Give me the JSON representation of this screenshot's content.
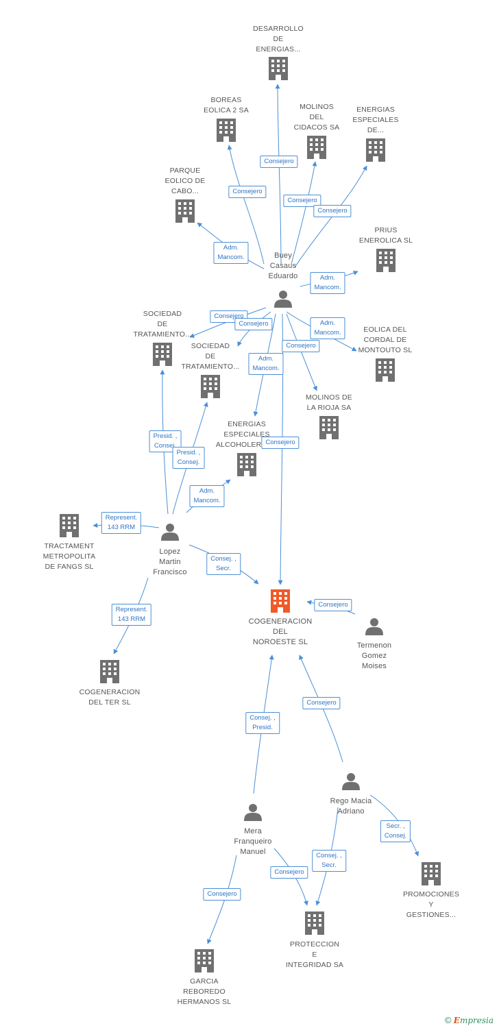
{
  "nodes": [
    {
      "id": "desarrollo",
      "kind": "company",
      "label": "DESARROLLO\nDE\nENERGIAS..."
    },
    {
      "id": "boreas",
      "kind": "company",
      "label": "BOREAS\nEOLICA 2 SA"
    },
    {
      "id": "molinos_cidacos",
      "kind": "company",
      "label": "MOLINOS\nDEL\nCIDACOS SA"
    },
    {
      "id": "energias_especiales_de",
      "kind": "company",
      "label": "ENERGIAS\nESPECIALES\nDE..."
    },
    {
      "id": "parque",
      "kind": "company",
      "label": "PARQUE\nEOLICO DE\nCABO..."
    },
    {
      "id": "prius",
      "kind": "company",
      "label": "PRIUS\nENEROLICA SL"
    },
    {
      "id": "buey",
      "kind": "person",
      "label": "Buey\nCasaus\nEduardo"
    },
    {
      "id": "sociedad1",
      "kind": "company",
      "label": "SOCIEDAD\nDE\nTRATAMIENTO..."
    },
    {
      "id": "sociedad2",
      "kind": "company",
      "label": "SOCIEDAD\nDE\nTRATAMIENTO..."
    },
    {
      "id": "eolica_cordal",
      "kind": "company",
      "label": "EOLICA DEL\nCORDAL DE\nMONTOUTO SL"
    },
    {
      "id": "molinos_rioja",
      "kind": "company",
      "label": "MOLINOS DE\nLA RIOJA SA"
    },
    {
      "id": "energias_alcoholeras",
      "kind": "company",
      "label": "ENERGIAS\nESPECIALES\nALCOHOLERAS..."
    },
    {
      "id": "tractament",
      "kind": "company",
      "label": "TRACTAMENT\nMETROPOLITA\nDE FANGS SL"
    },
    {
      "id": "lopez",
      "kind": "person",
      "label": "Lopez\nMartin\nFrancisco"
    },
    {
      "id": "cogeneracion_noroeste",
      "kind": "focus",
      "label": "COGENERACION\nDEL\nNOROESTE SL"
    },
    {
      "id": "termenon",
      "kind": "person",
      "label": "Termenon\nGomez\nMoises"
    },
    {
      "id": "cogeneracion_ter",
      "kind": "company",
      "label": "COGENERACION\nDEL TER SL"
    },
    {
      "id": "rego",
      "kind": "person",
      "label": "Rego Macia\nAdriano"
    },
    {
      "id": "mera",
      "kind": "person",
      "label": "Mera\nFranqueiro\nManuel"
    },
    {
      "id": "promociones",
      "kind": "company",
      "label": "PROMOCIONES\nY\nGESTIONES..."
    },
    {
      "id": "proteccion",
      "kind": "company",
      "label": "PROTECCION\nE\nINTEGRIDAD SA"
    },
    {
      "id": "garcia",
      "kind": "company",
      "label": "GARCIA\nREBOREDO\nHERMANOS SL"
    }
  ],
  "edges": [
    {
      "id": "e1",
      "label": "Consejero"
    },
    {
      "id": "e2",
      "label": "Consejero"
    },
    {
      "id": "e3",
      "label": "Consejero"
    },
    {
      "id": "e4",
      "label": "Consejero"
    },
    {
      "id": "e5",
      "label": "Adm.\nMancom."
    },
    {
      "id": "e6",
      "label": "Adm.\nMancom."
    },
    {
      "id": "e7",
      "label": "Consejero"
    },
    {
      "id": "e8",
      "label": "Consejero"
    },
    {
      "id": "e9",
      "label": "Adm.\nMancom."
    },
    {
      "id": "e10",
      "label": "Consejero"
    },
    {
      "id": "e11",
      "label": "Adm.\nMancom."
    },
    {
      "id": "e12",
      "label": "Consejero"
    },
    {
      "id": "e13",
      "label": "Presid. ,\nConsej."
    },
    {
      "id": "e14",
      "label": "Presid. ,\nConsej."
    },
    {
      "id": "e15",
      "label": "Adm.\nMancom."
    },
    {
      "id": "e16",
      "label": "Represent.\n143 RRM"
    },
    {
      "id": "e17",
      "label": "Consej. ,\nSecr."
    },
    {
      "id": "e18",
      "label": "Represent.\n143 RRM"
    },
    {
      "id": "e19",
      "label": "Consejero"
    },
    {
      "id": "e20",
      "label": "Consej. ,\nPresid."
    },
    {
      "id": "e21",
      "label": "Consejero"
    },
    {
      "id": "e22",
      "label": "Secr. ,\nConsej."
    },
    {
      "id": "e23",
      "label": "Consejero"
    },
    {
      "id": "e24",
      "label": "Consej. ,\nSecr."
    },
    {
      "id": "e25",
      "label": "Consejero"
    }
  ],
  "colors": {
    "edge": "#4a8fd6",
    "node": "#707070",
    "focus": "#f05a28",
    "label_text": "#2f73c4"
  },
  "brand": {
    "copyright": "©",
    "name_first": "E",
    "name_rest": "mpresia"
  }
}
